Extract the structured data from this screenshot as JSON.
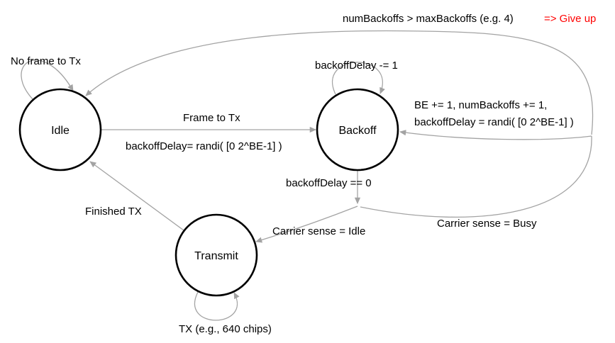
{
  "diagram": {
    "type": "state-machine",
    "states": [
      {
        "id": "idle",
        "label": "Idle"
      },
      {
        "id": "backoff",
        "label": "Backoff"
      },
      {
        "id": "transmit",
        "label": "Transmit"
      }
    ],
    "transitions": [
      {
        "from": "idle",
        "to": "idle",
        "label": "No frame to Tx"
      },
      {
        "from": "idle",
        "to": "backoff",
        "event": "Frame to Tx",
        "action": "backoffDelay= randi( [0 2^BE-1] )"
      },
      {
        "from": "backoff",
        "to": "backoff",
        "label": "backoffDelay -= 1"
      },
      {
        "from": "backoff",
        "to": "branch",
        "label": "backoffDelay == 0"
      },
      {
        "from": "branch",
        "to": "transmit",
        "label": "Carrier sense = Idle"
      },
      {
        "from": "branch",
        "to": "backoff",
        "label": "Carrier sense = Busy",
        "action_line1": "BE += 1, numBackoffs += 1,",
        "action_line2": "backoffDelay = randi( [0 2^BE-1] )"
      },
      {
        "from": "backoff",
        "to": "idle",
        "condition": "numBackoffs > maxBackoffs (e.g. 4)",
        "action": "=> Give up"
      },
      {
        "from": "transmit",
        "to": "idle",
        "label": "Finished TX"
      },
      {
        "from": "transmit",
        "to": "transmit",
        "label": "TX (e.g., 640 chips)"
      }
    ],
    "colors": {
      "state_stroke": "#000000",
      "edge": "#a3a3a3",
      "text": "#000000",
      "giveup_red": "#ff0000",
      "background": "#ffffff"
    }
  }
}
